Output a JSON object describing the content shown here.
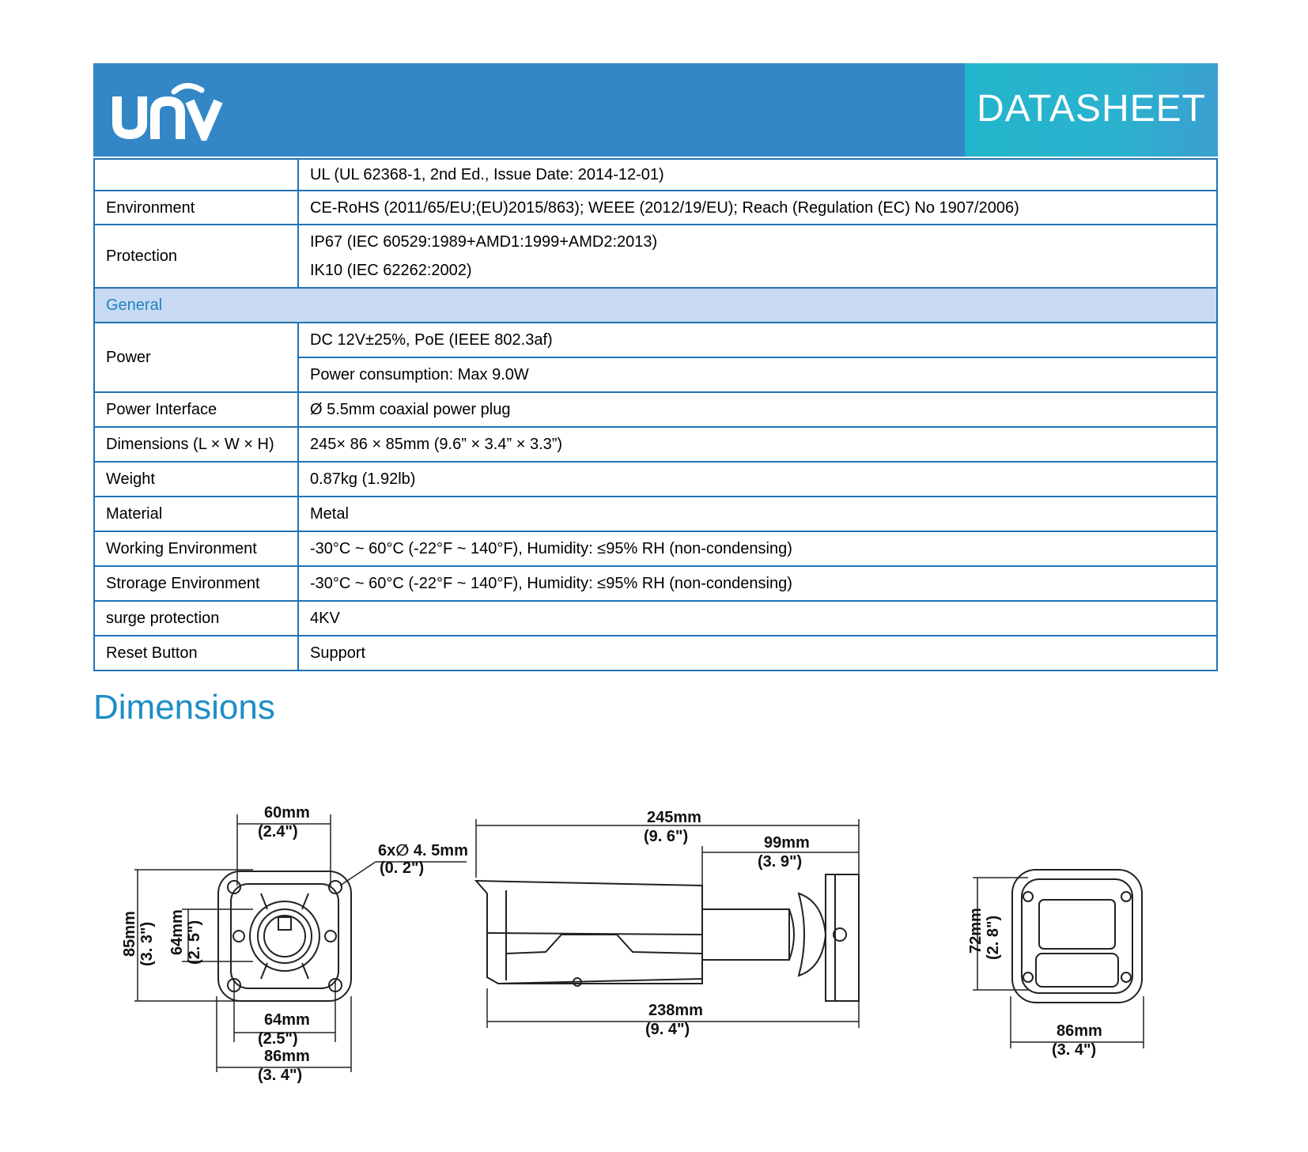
{
  "header": {
    "brand": "UNV",
    "badge": "DATASHEET"
  },
  "spec_rows": [
    {
      "key": "",
      "values": [
        "UL (UL 62368-1, 2nd Ed., Issue Date: 2014-12-01)"
      ]
    },
    {
      "key": "Environment",
      "values": [
        "CE-RoHS (2011/65/EU;(EU)2015/863); WEEE (2012/19/EU); Reach (Regulation (EC) No 1907/2006)"
      ]
    },
    {
      "key": "Protection",
      "values": [
        "IP67 (IEC 60529:1989+AMD1:1999+AMD2:2013)",
        "IK10 (IEC 62262:2002)"
      ]
    }
  ],
  "section": {
    "label": "General"
  },
  "general_rows": [
    {
      "key": "Power",
      "values": [
        "DC 12V±25%, PoE (IEEE 802.3af)",
        "Power consumption: Max 9.0W"
      ]
    },
    {
      "key": "Power Interface",
      "values": [
        "Ø 5.5mm coaxial power plug"
      ]
    },
    {
      "key": "Dimensions (L × W × H)",
      "values": [
        "245× 86 × 85mm (9.6” × 3.4” × 3.3”)"
      ]
    },
    {
      "key": "Weight",
      "values": [
        "0.87kg (1.92lb)"
      ]
    },
    {
      "key": "Material",
      "values": [
        "Metal"
      ]
    },
    {
      "key": "Working Environment",
      "values": [
        "-30°C ~ 60°C (-22°F ~ 140°F), Humidity: ≤95% RH (non-condensing)"
      ]
    },
    {
      "key": "Strorage Environment",
      "values": [
        "-30°C ~ 60°C (-22°F ~ 140°F), Humidity: ≤95% RH (non-condensing)"
      ]
    },
    {
      "key": "surge protection",
      "values": [
        "4KV"
      ]
    },
    {
      "key": "Reset Button",
      "values": [
        "Support"
      ]
    }
  ],
  "dimensions": {
    "title": "Dimensions",
    "labels": {
      "top_width_mm": "60mm",
      "top_width_in": "(2.4\")",
      "hole_mm": "6x∅ 4. 5mm",
      "hole_in": "(0. 2\")",
      "height_mm": "85mm",
      "height_in": "(3. 3\")",
      "inner_h_mm": "64mm",
      "inner_h_in": "(2. 5\")",
      "inner_w_mm": "64mm",
      "inner_w_in": "(2.5\")",
      "base_w_mm": "86mm",
      "base_w_in": "(3. 4\")",
      "length_mm": "245mm",
      "length_in": "(9. 6\")",
      "mount_mm": "99mm",
      "mount_in": "(3. 9\")",
      "body_mm": "238mm",
      "body_in": "(9. 4\")",
      "front_h_mm": "72mm",
      "front_h_in": "(2. 8\")",
      "front_w_mm": "86mm",
      "front_w_in": "(3. 4\")"
    }
  }
}
